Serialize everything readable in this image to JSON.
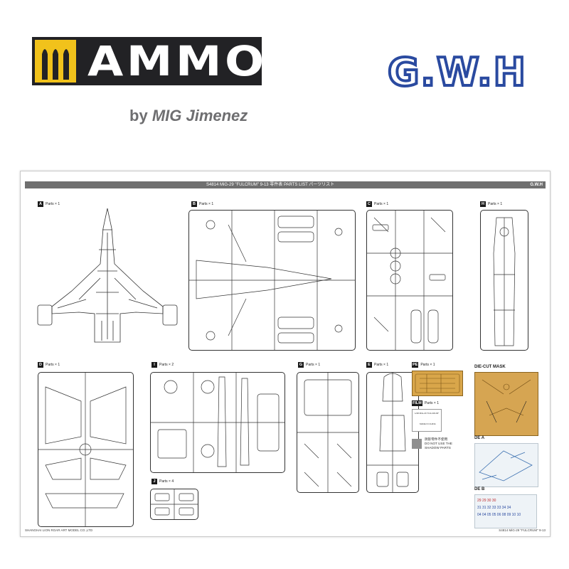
{
  "logos": {
    "ammo": {
      "word": "AMMO",
      "by": "by",
      "brand": "MIG Jimenez",
      "colors": {
        "bg": "#222225",
        "bullets": "#f1c21b",
        "text": "#ffffff",
        "by": "#6e6e70"
      }
    },
    "gwh": {
      "text": "G.W.H",
      "color": "#2a4aa0"
    }
  },
  "sheet": {
    "title": "S4814  MiG-29  \"FULCRUM\"  9-13      零件表    PARTS LIST    パーツリスト",
    "title_logo": "G.W.H",
    "footer_left": "SHANGHAI LION ROAR ART MODEL CO.,LTD",
    "footer_right": "S4814  MiG-29  \"FULCRUM\"  9-13",
    "sprues": [
      {
        "letter": "A",
        "count": "Parts × 1"
      },
      {
        "letter": "B",
        "count": "Parts × 1"
      },
      {
        "letter": "C",
        "count": "Parts × 1"
      },
      {
        "letter": "H",
        "count": "Parts × 1"
      },
      {
        "letter": "D",
        "count": "Parts × 1"
      },
      {
        "letter": "I",
        "count": "Parts × 2"
      },
      {
        "letter": "G",
        "count": "Parts × 1"
      },
      {
        "letter": "E",
        "count": "Parts × 1"
      },
      {
        "letter": "J",
        "count": "Parts × 4"
      }
    ],
    "pe": {
      "letter": "PE",
      "count": "Parts × 1"
    },
    "film": {
      "letter": "FILM",
      "count": "Parts × 1",
      "label": "1/48 MiG-29 \"FULCRUM\"",
      "made": "MADE IN CHINA"
    },
    "shadow_note": {
      "line1": "阴影零件不使用",
      "line2": "DO NOT USE THE",
      "line3": "SHADOW PARTS"
    },
    "diecut_title": "DIE-CUT MASK",
    "decals": [
      {
        "title": "DE A"
      },
      {
        "title": "DE B",
        "rows": [
          "29 29 30 30",
          "31 31 32 33 33 34 34",
          "04 04 05 05 06 08 09 10 10"
        ]
      }
    ]
  }
}
